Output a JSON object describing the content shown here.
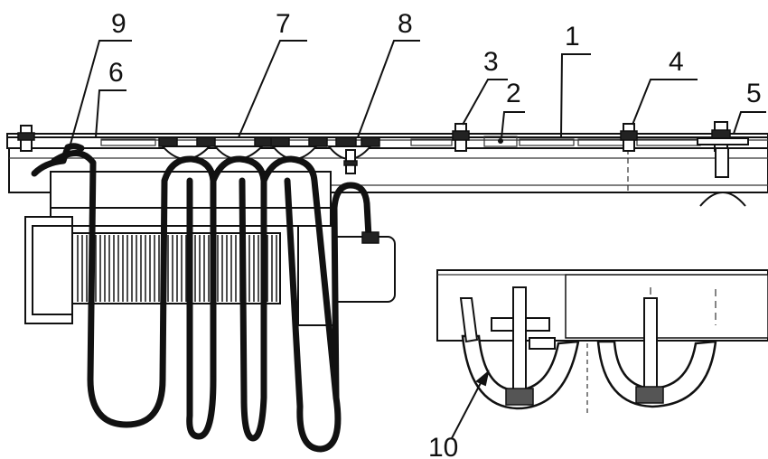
{
  "diagram": {
    "labels": [
      "1",
      "2",
      "3",
      "4",
      "5",
      "6",
      "7",
      "8",
      "9",
      "10"
    ],
    "colors": {
      "ink": "#111111",
      "paper": "#ffffff",
      "shade": "#dcdcdc"
    }
  }
}
